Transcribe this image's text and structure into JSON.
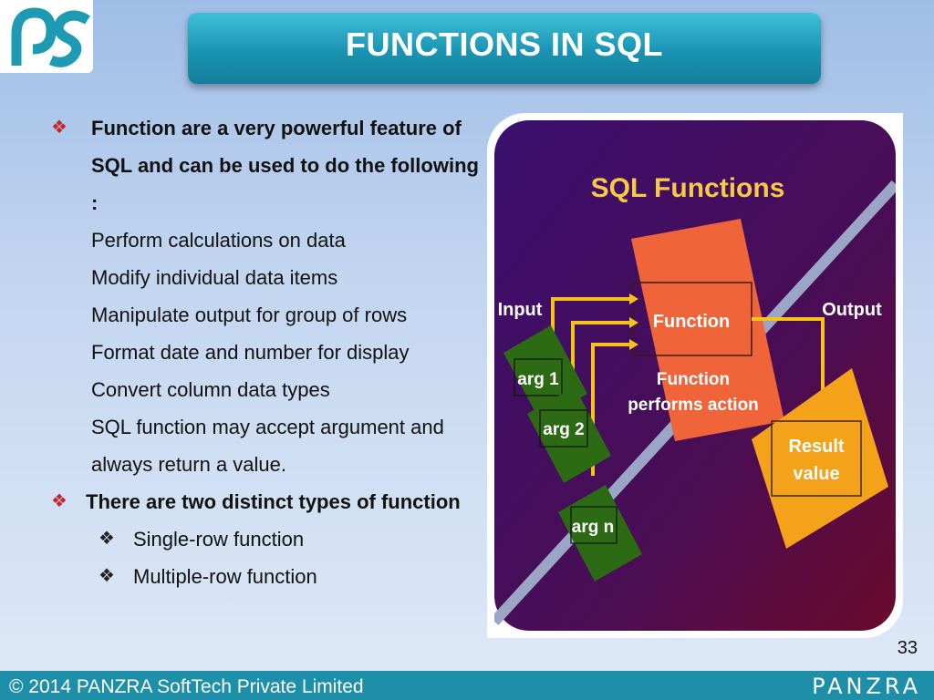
{
  "slide": {
    "title": "FUNCTIONS IN SQL",
    "page_number": "33"
  },
  "content": {
    "bullet1": "Function are a very powerful feature of  SQL and can be used to do the following :",
    "lines": [
      "Perform calculations on data",
      "Modify individual data items",
      "Manipulate output for group of rows",
      "Format date and number for display",
      "Convert column data types",
      "SQL function may accept  argument and always return a value."
    ],
    "bullet2": "There are two distinct types of function",
    "sub_items": [
      "Single-row function",
      "Multiple-row function"
    ]
  },
  "diagram": {
    "title": "SQL Functions",
    "input": "Input",
    "output": "Output",
    "function": "Function",
    "action": [
      "Function",
      "performs action"
    ],
    "args": [
      "arg 1",
      "arg 2",
      "arg n"
    ],
    "result": [
      "Result",
      "value"
    ]
  },
  "footer": {
    "copyright": "© 2014 PANZRA SoftTech Private Limited",
    "brand": "PANZRA"
  },
  "colors": {
    "accent": "#1e8fa8",
    "bullet": "#c2272d"
  }
}
